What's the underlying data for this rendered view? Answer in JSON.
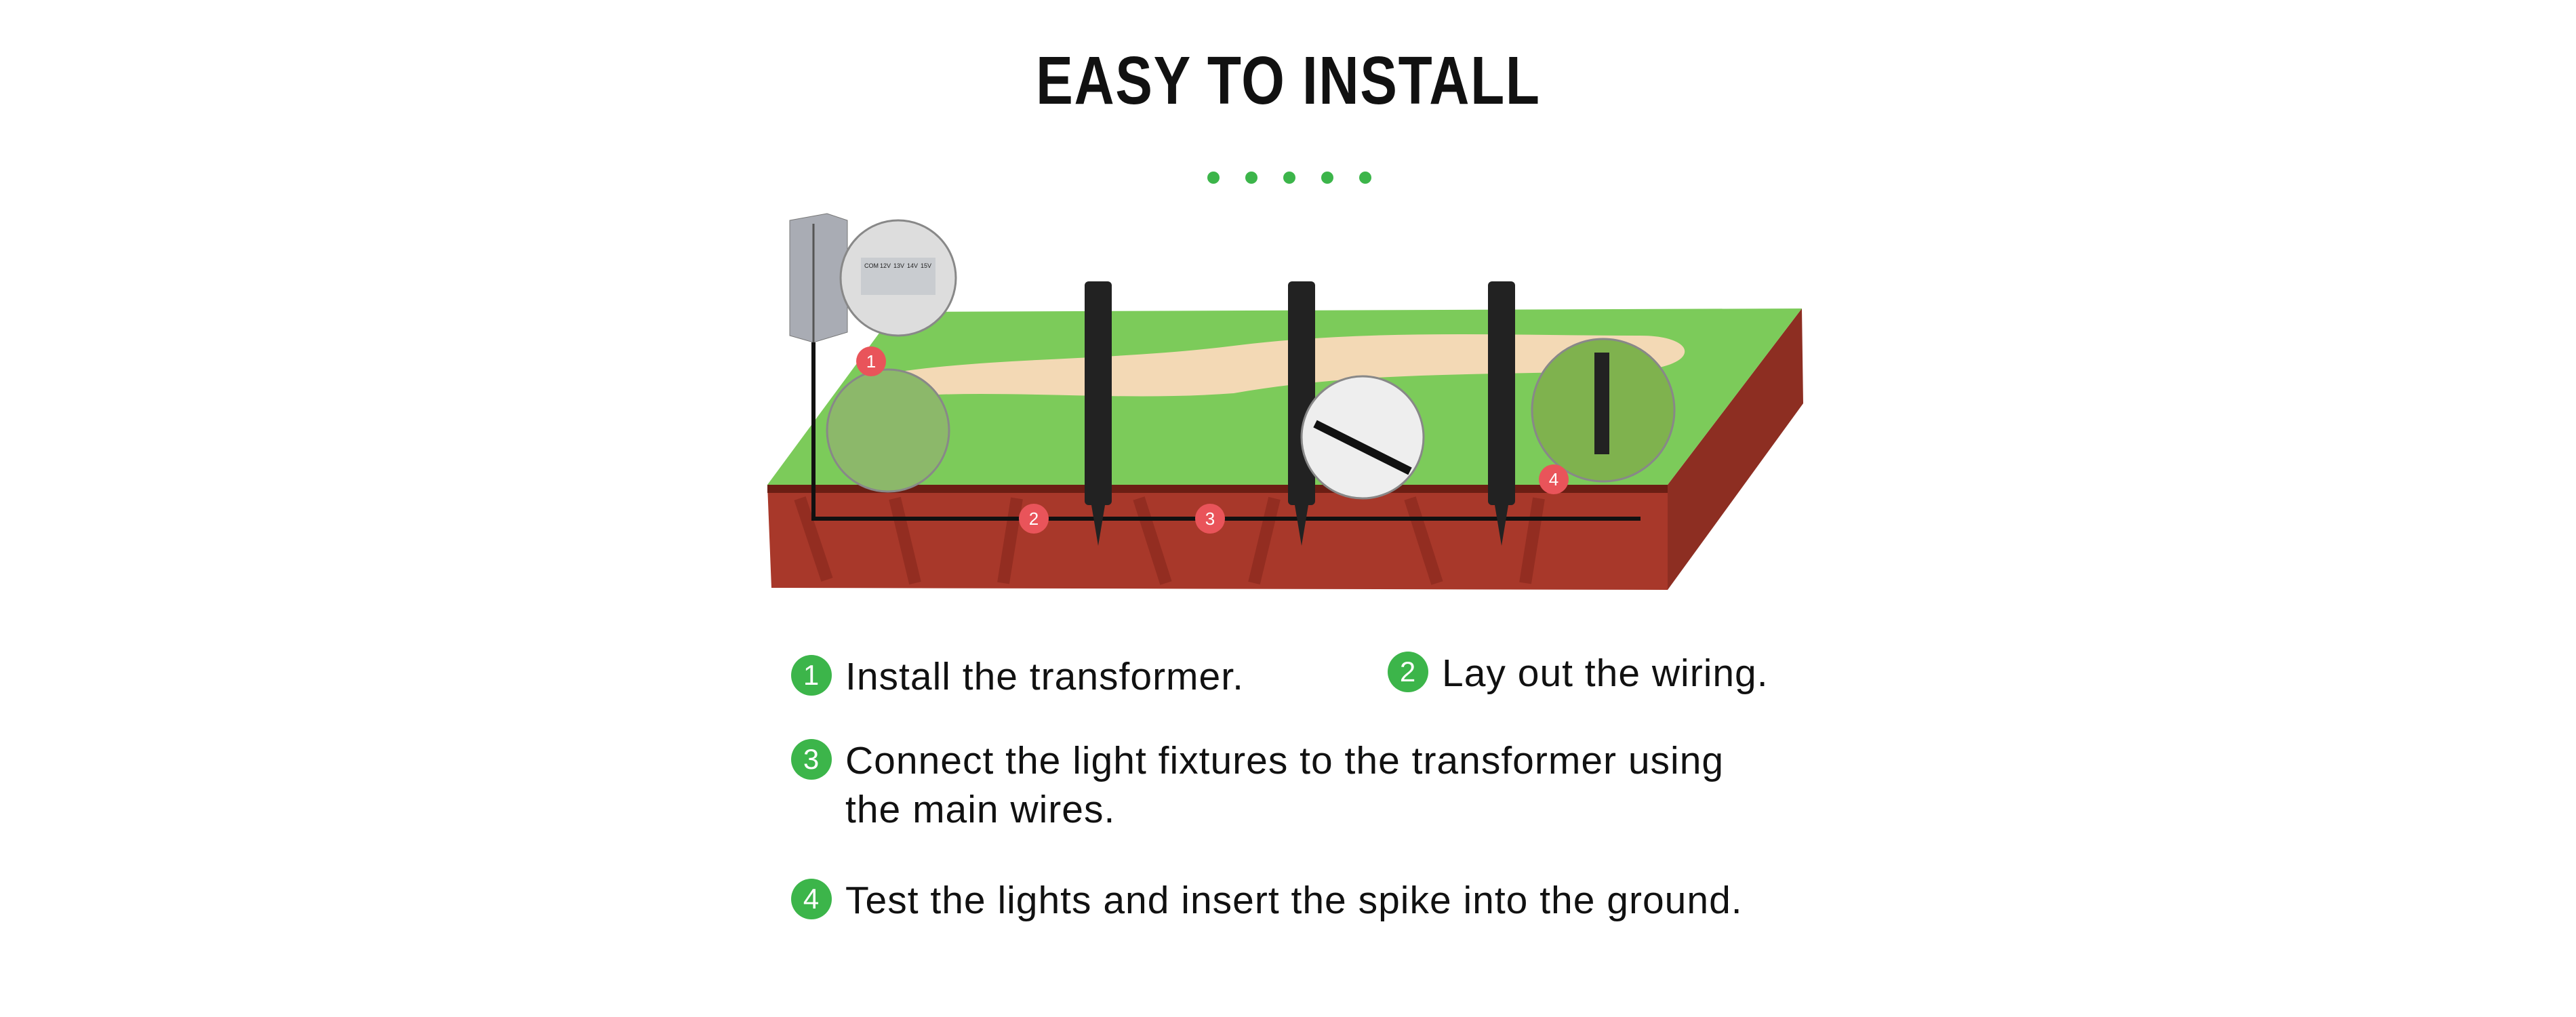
{
  "title": "EASY TO INSTALL",
  "accent_color": "#3cb54a",
  "marker_color": "#e9545a",
  "illustration": {
    "markers": [
      "1",
      "2",
      "3",
      "4"
    ],
    "terminal_labels": [
      "COM",
      "12V",
      "13V",
      "14V",
      "15V"
    ]
  },
  "steps": [
    {
      "number": "1",
      "text": "Install the transformer."
    },
    {
      "number": "2",
      "text": "Lay out the wiring."
    },
    {
      "number": "3",
      "text": "Connect the light fixtures to the transformer using",
      "text2": "the main wires."
    },
    {
      "number": "4",
      "text": "Test the lights and insert the spike into the ground."
    }
  ]
}
